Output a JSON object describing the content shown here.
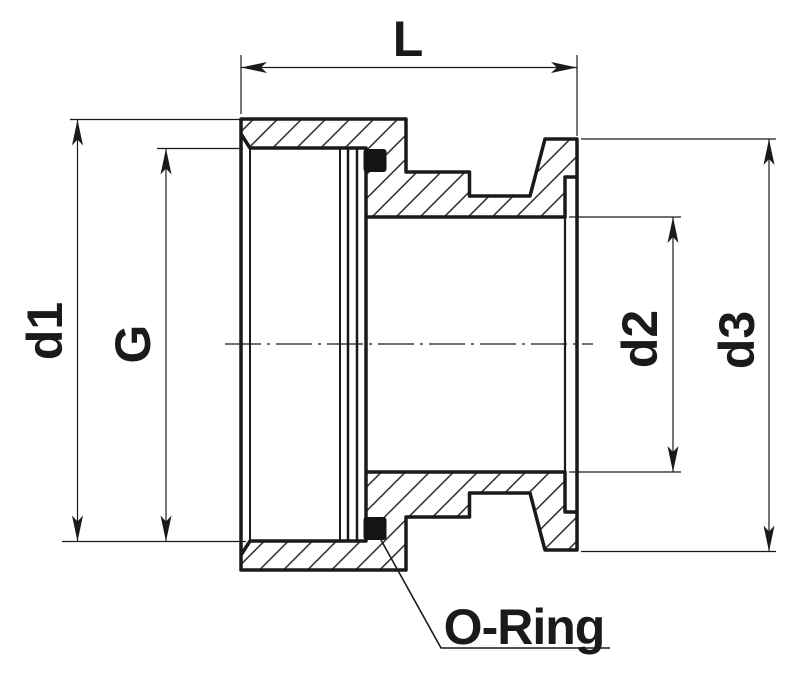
{
  "drawing": {
    "dimensions": {
      "length": {
        "label": "L"
      },
      "d1": {
        "label": "d1"
      },
      "thread": {
        "label": "G"
      },
      "d2": {
        "label": "d2"
      },
      "d3": {
        "label": "d3"
      }
    },
    "callouts": {
      "oring": {
        "label": "O-Ring"
      }
    },
    "colors": {
      "line": "#1a1a1a",
      "background": "#ffffff",
      "oring_fill": "#141414"
    }
  }
}
